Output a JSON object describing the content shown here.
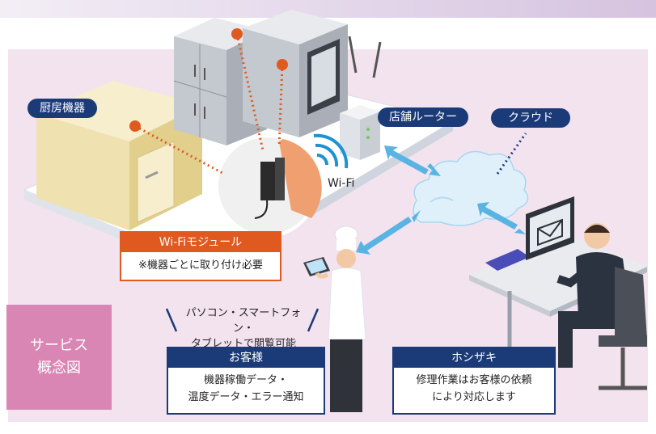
{
  "labels": {
    "kitchen_equipment": "厨房機器",
    "store_router": "店舗ルーター",
    "cloud": "クラウド",
    "wifi": "Wi-Fi",
    "service_concept": "サービス\n概念図"
  },
  "wifi_module": {
    "title": "Wi-Fiモジュール",
    "note": "※機器ごとに取り付け必要"
  },
  "customer_caption": {
    "line1": "パソコン・スマートフォン・",
    "line2": "タブレットで閲覧可能"
  },
  "customer": {
    "title": "お客様",
    "line1": "機器稼働データ・",
    "line2": "温度データ・エラー通知"
  },
  "hoshizaki": {
    "title": "ホシザキ",
    "line1": "修理作業はお客様の依頼",
    "line2": "により対応します"
  },
  "colors": {
    "navy": "#1a3a78",
    "orange": "#e05a20",
    "pink": "#d986b5",
    "panel": "#f3e3ee",
    "accent_blue": "#59b4e4"
  }
}
